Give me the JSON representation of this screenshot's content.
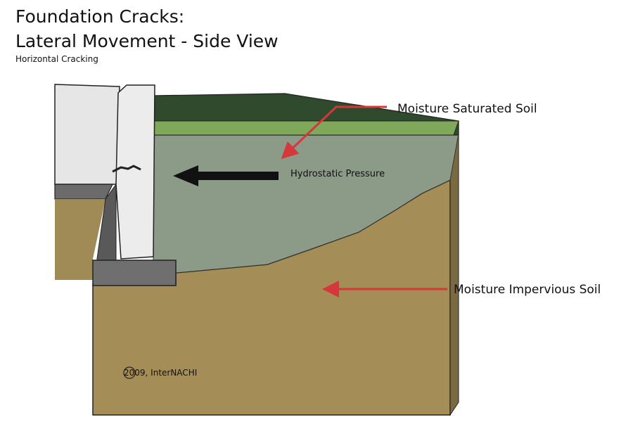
{
  "title_line1": "Foundation Cracks:",
  "title_line2": "Lateral Movement - Side View",
  "subtitle": "Horizontal Cracking",
  "labels": {
    "moisture_saturated_soil": "Moisture Saturated Soil",
    "hydrostatic_pressure": "Hydrostatic Pressure",
    "moisture_impervious_soil": "Moisture Impervious Soil",
    "copyright": "2009, InterNACHI"
  },
  "colors": {
    "grass_dark": "#2f4a2c",
    "grass_light": "#7fa85a",
    "saturated_soil": "#8c9a88",
    "impervious_soil": "#a58d58",
    "wall": "#ececec",
    "footing": "#6f6f6f",
    "arrow_red": "#d6373b",
    "arrow_black": "#111111"
  }
}
